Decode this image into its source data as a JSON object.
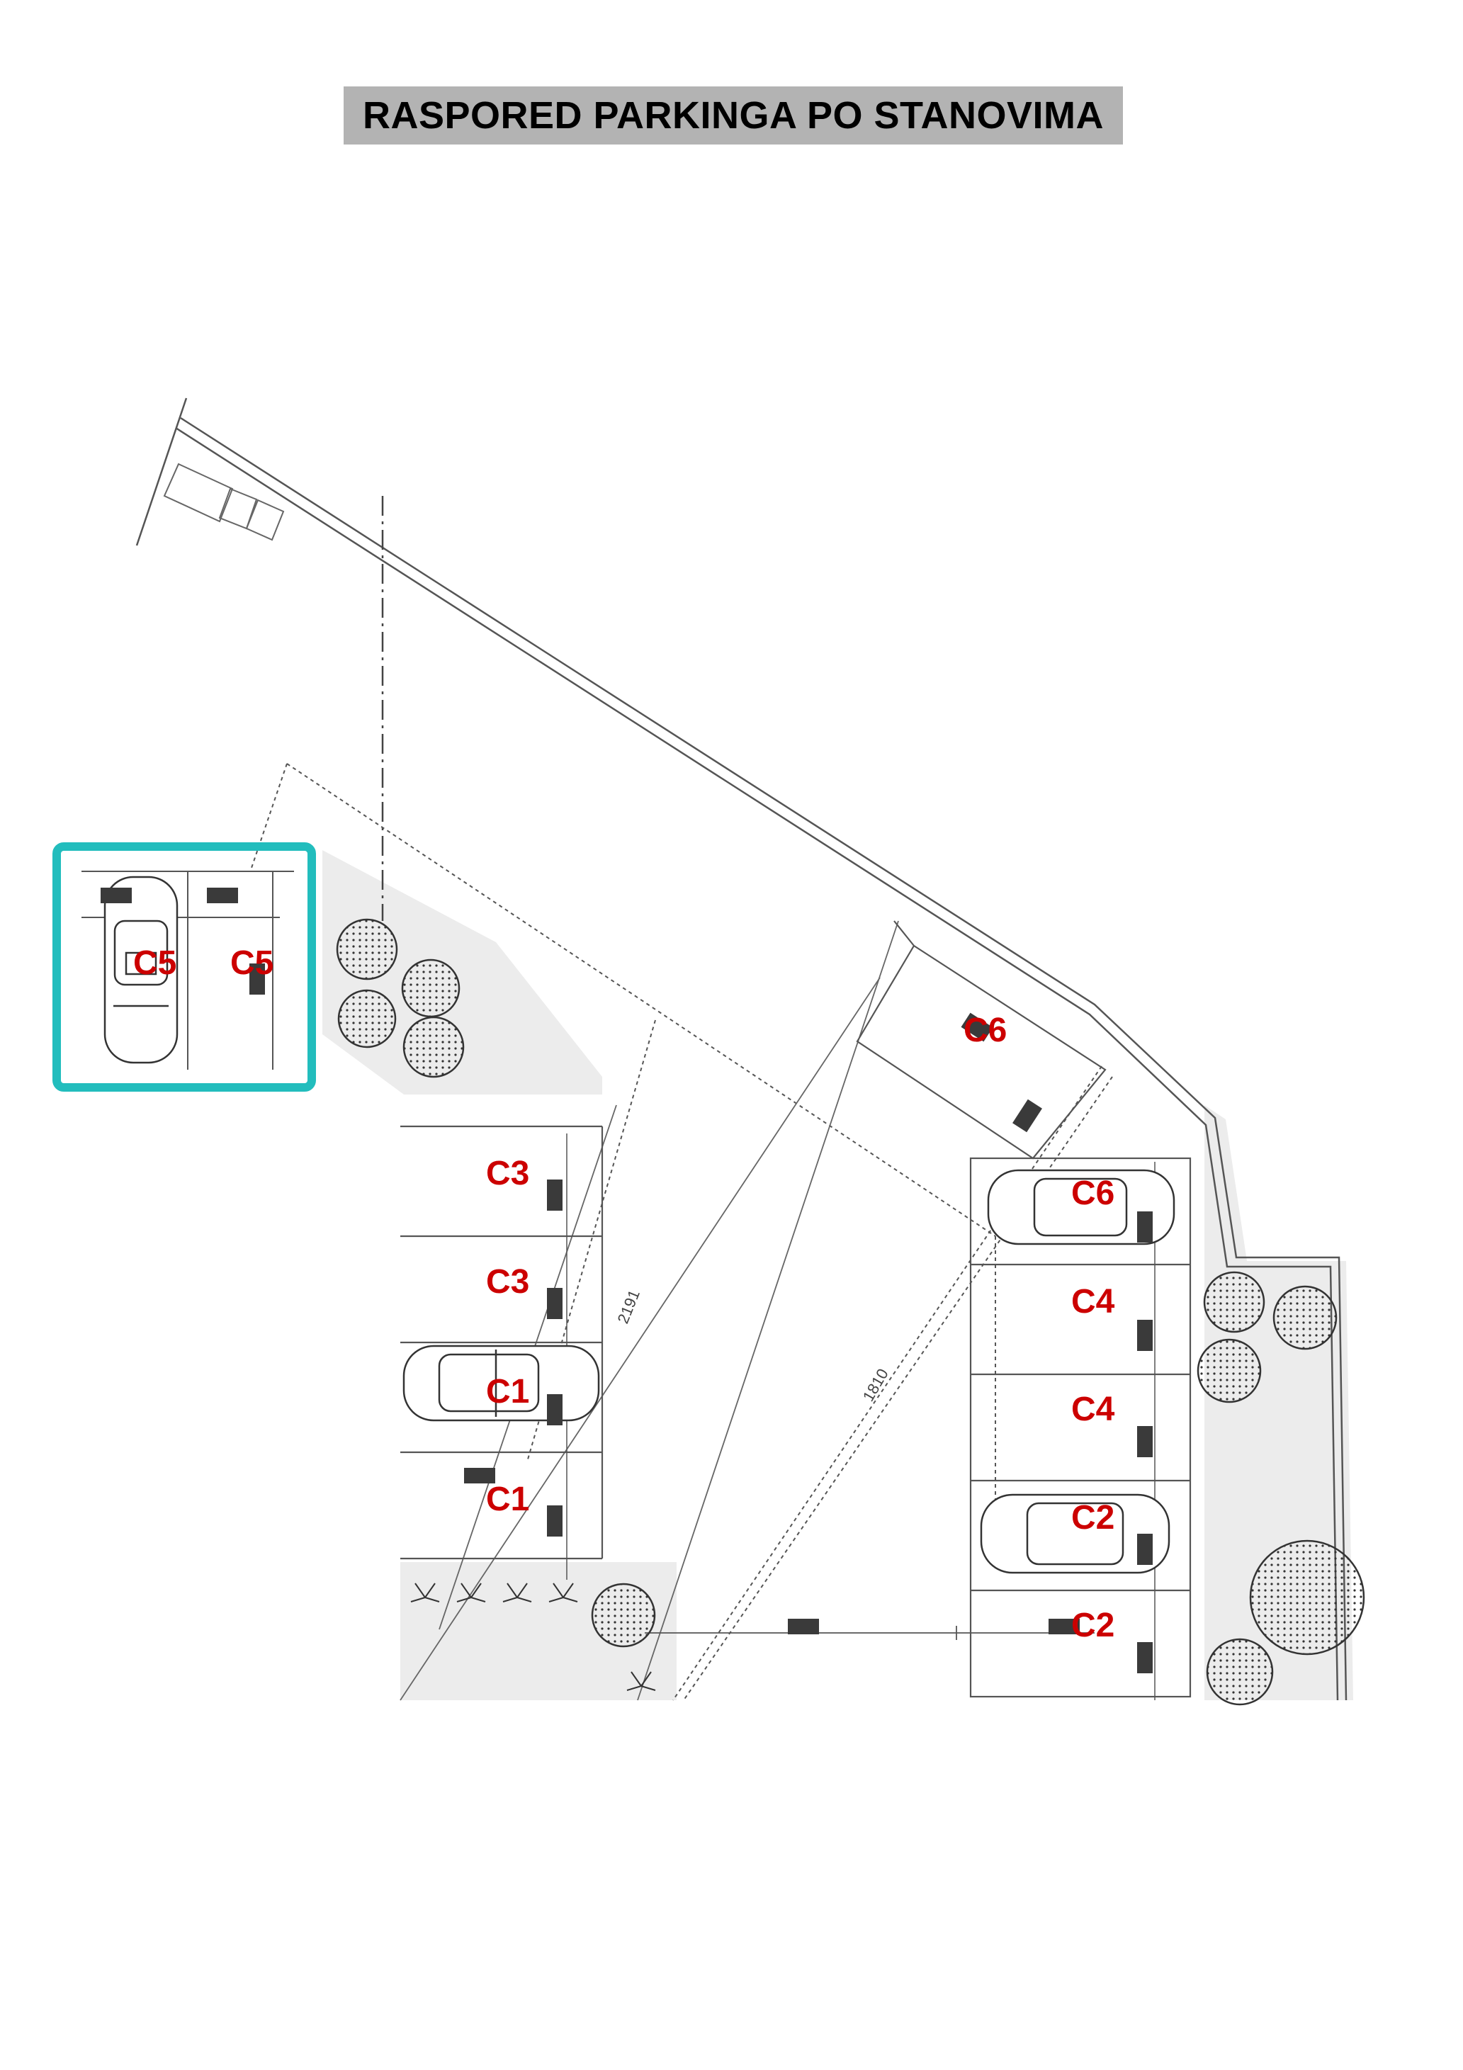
{
  "title": "RASPORED PARKINGA PO STANOVIMA",
  "colors": {
    "label": "#cc0000",
    "highlight": "#22bdbd",
    "lines": "#555555",
    "green_area": "#ececec",
    "marker": "#3a3a3a",
    "title_bg": "#b3b3b3"
  },
  "dimensions": {
    "d1": "2191",
    "d2": "1810"
  },
  "spots": {
    "c5_car": "C5",
    "c5_free": "C5",
    "c6_top": "C6",
    "c6_car": "C6",
    "c3_a": "C3",
    "c3_b": "C3",
    "c1_car": "C1",
    "c1_free": "C1",
    "c4_a": "C4",
    "c4_b": "C4",
    "c2_car": "C2",
    "c2_free": "C2"
  }
}
